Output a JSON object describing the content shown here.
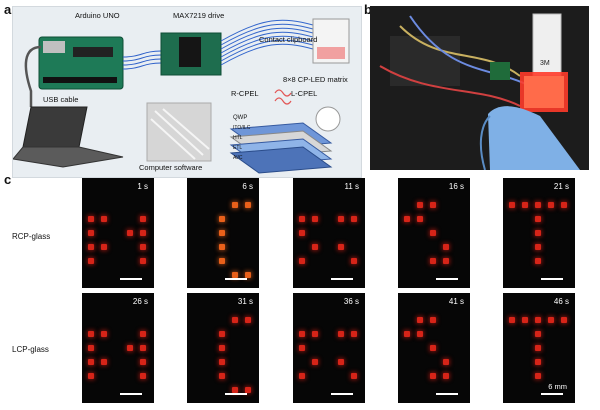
{
  "panels": {
    "a": "a",
    "b": "b",
    "c": "c"
  },
  "schematic": {
    "arduino": "Arduino UNO",
    "driver": "MAX7219 drive",
    "clipboard": "Contact clipboard",
    "matrix": "8×8 CP-LED matrix",
    "usb": "USB cable",
    "software": "Computer software",
    "rcpel": "R-CPEL",
    "lcpel": "L-CPEL",
    "layers": [
      "QWP",
      "ITO/ILC",
      "HTL",
      "ETL",
      "Al/C"
    ]
  },
  "photo": {
    "chip_label": "3M"
  },
  "rows": [
    {
      "label": "RCP-glass",
      "times": [
        "1 s",
        "6 s",
        "11 s",
        "16 s",
        "21 s"
      ]
    },
    {
      "label": "LCP-glass",
      "times": [
        "26 s",
        "31 s",
        "36 s",
        "41 s",
        "46 s"
      ]
    }
  ],
  "scale_bar": "6 mm"
}
